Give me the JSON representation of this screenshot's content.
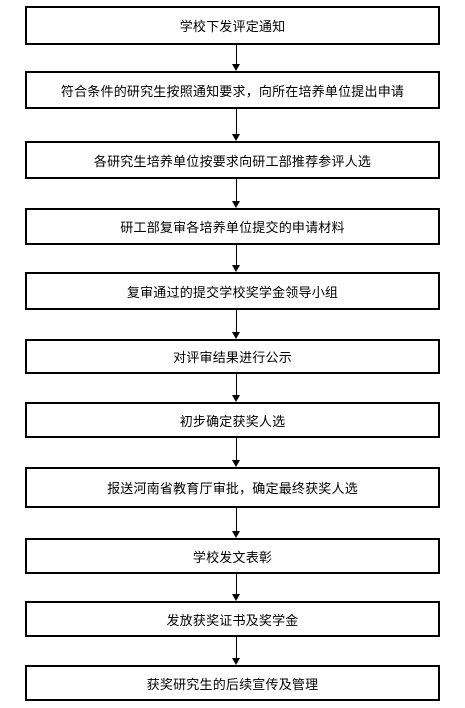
{
  "flowchart": {
    "steps": [
      "学校下发评定通知",
      "符合条件的研究生按照通知要求，向所在培养单位提出申请",
      "各研究生培养单位按要求向研工部推荐参评人选",
      "研工部复审各培养单位提交的申请材料",
      "复审通过的提交学校奖学金领导小组",
      "对评审结果进行公示",
      "初步确定获奖人选",
      "报送河南省教育厅审批，确定最终获奖人选",
      "学校发文表彰",
      "发放获奖证书及奖学金",
      "获奖研究生的后续宣传及管理"
    ]
  }
}
